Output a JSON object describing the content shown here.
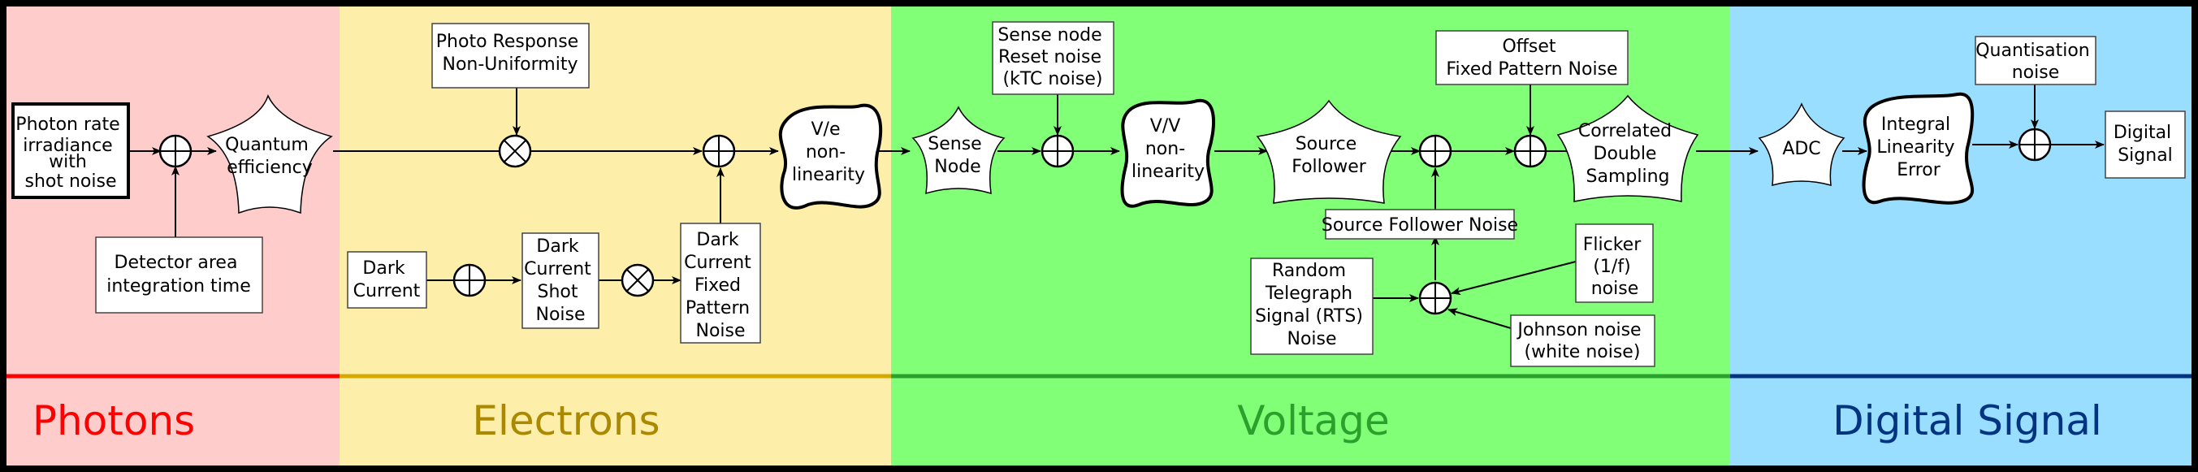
{
  "zones": {
    "photons": {
      "label": "Photons",
      "bg": "#ffcccc",
      "line": "#ff0000",
      "text": "#ff0000"
    },
    "electrons": {
      "label": "Electrons",
      "bg": "#fdeeaa",
      "line": "#d4aa00",
      "text": "#aa8800"
    },
    "voltage": {
      "label": "Voltage",
      "bg": "#80ff77",
      "line": "#2ca02c",
      "text": "#2ca02c"
    },
    "digital": {
      "label": "Digital Signal",
      "bg": "#99ddff",
      "line": "#003380",
      "text": "#003380"
    }
  },
  "nodes": {
    "photon_rate": [
      "Photon rate",
      "irradiance",
      "with",
      "shot noise"
    ],
    "detector_area": [
      "Detector area",
      "integration time"
    ],
    "quantum_eff": [
      "Quantum",
      "efficiency"
    ],
    "prnu": [
      "Photo  Response",
      "Non-Uniformity"
    ],
    "dark_current": [
      "Dark",
      "Current"
    ],
    "dark_shot": [
      "Dark",
      "Current",
      "Shot",
      "Noise"
    ],
    "dark_fpn": [
      "Dark",
      "Current",
      "Fixed",
      "Pattern",
      "Noise"
    ],
    "ve_nonlin": [
      "V/e",
      "non-",
      "linearity"
    ],
    "sense_node": [
      "Sense",
      "Node"
    ],
    "sense_reset": [
      "Sense node",
      "Reset  noise",
      "(kTC noise)"
    ],
    "vv_nonlin": [
      "V/V",
      "non-",
      "linearity"
    ],
    "source_follower": [
      "Source",
      "Follower"
    ],
    "sf_noise": [
      "Source Follower Noise"
    ],
    "rts": [
      "Random",
      "Telegraph",
      "Signal (RTS)",
      "Noise"
    ],
    "flicker": [
      "Flicker",
      "(1/f)",
      "noise"
    ],
    "johnson": [
      "Johnson noise",
      "(white  noise)"
    ],
    "offset_fpn": [
      "Offset",
      "Fixed Pattern Noise"
    ],
    "cds": [
      "Correlated",
      "Double",
      "Sampling"
    ],
    "adc": [
      "ADC"
    ],
    "inl": [
      "Integral",
      "Linearity",
      "Error"
    ],
    "quant": [
      "Quantisation",
      "noise"
    ],
    "digital_signal": [
      "Digital",
      "Signal"
    ]
  }
}
